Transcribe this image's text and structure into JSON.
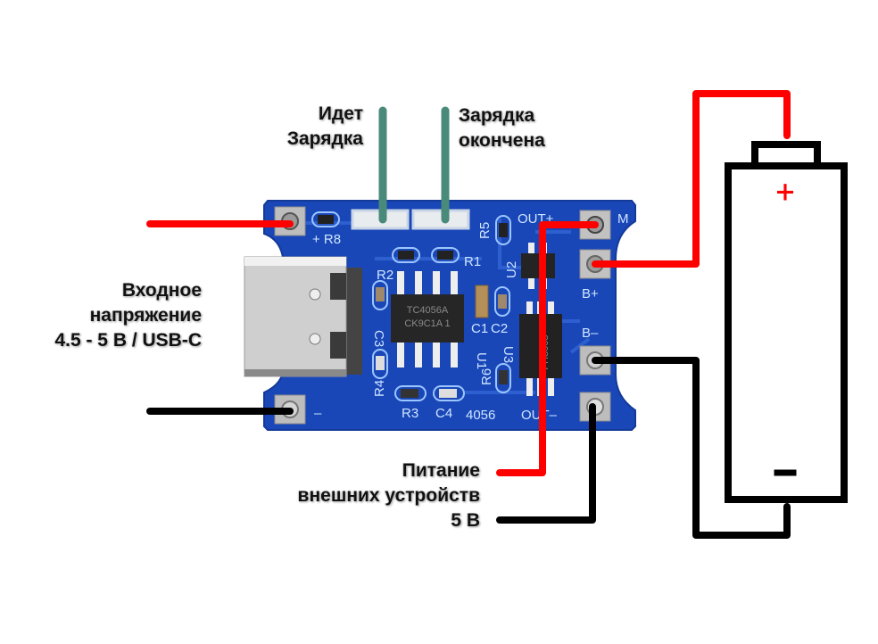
{
  "labels": {
    "charging": [
      "Идет",
      "Зарядка"
    ],
    "charged": [
      "Зарядка",
      "окончена"
    ],
    "input": [
      "Входное",
      "напряжение",
      "4.5 - 5 В / USB-C"
    ],
    "output": [
      "Питание",
      "внешних устройств",
      "5 В"
    ]
  },
  "board": {
    "silkscreen": {
      "r8": "+ R8",
      "minus": "–",
      "r2": "R2",
      "r1": "R1",
      "r5": "R5",
      "r3": "R3",
      "r4": "R4",
      "r6": "R6",
      "c1": "C1",
      "c2": "C2",
      "c3": "C3",
      "c4": "C4",
      "u1": "U1",
      "u2": "U2",
      "u3": "U3",
      "model": "4056",
      "out_plus": "OUT+",
      "out_minus": "OUT–",
      "m": "M",
      "b_plus": "B+",
      "b_minus": "B–"
    },
    "chip_main": [
      "TC4056A",
      "CK9C1A 1"
    ],
    "chip_dw": "FH8005"
  },
  "battery": {
    "plus": "+",
    "minus": "–"
  },
  "colors": {
    "positive_wire": "#ff0000",
    "negative_wire": "#000000",
    "led_wire": "#4a8a7a",
    "pcb": "#1a47b8"
  }
}
